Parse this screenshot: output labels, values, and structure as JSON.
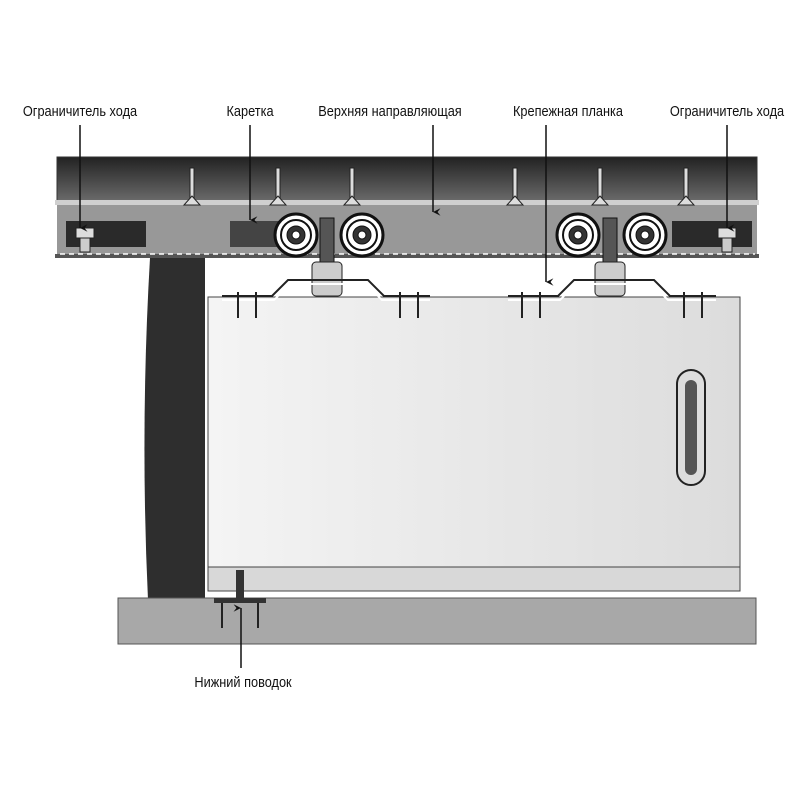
{
  "labels": {
    "stopper_left": "Ограничитель хода",
    "carriage": "Каретка",
    "top_rail": "Верхняя направляющая",
    "mounting_plate": "Крепежная планка",
    "stopper_right": "Ограничитель хода",
    "bottom_guide": "Нижний поводок"
  },
  "colors": {
    "beam_dark": "#2a2a2a",
    "beam_light": "#9a9a9a",
    "door": "#ececec",
    "wall": "#2e2e2e",
    "floor": "#a8a8a8"
  }
}
